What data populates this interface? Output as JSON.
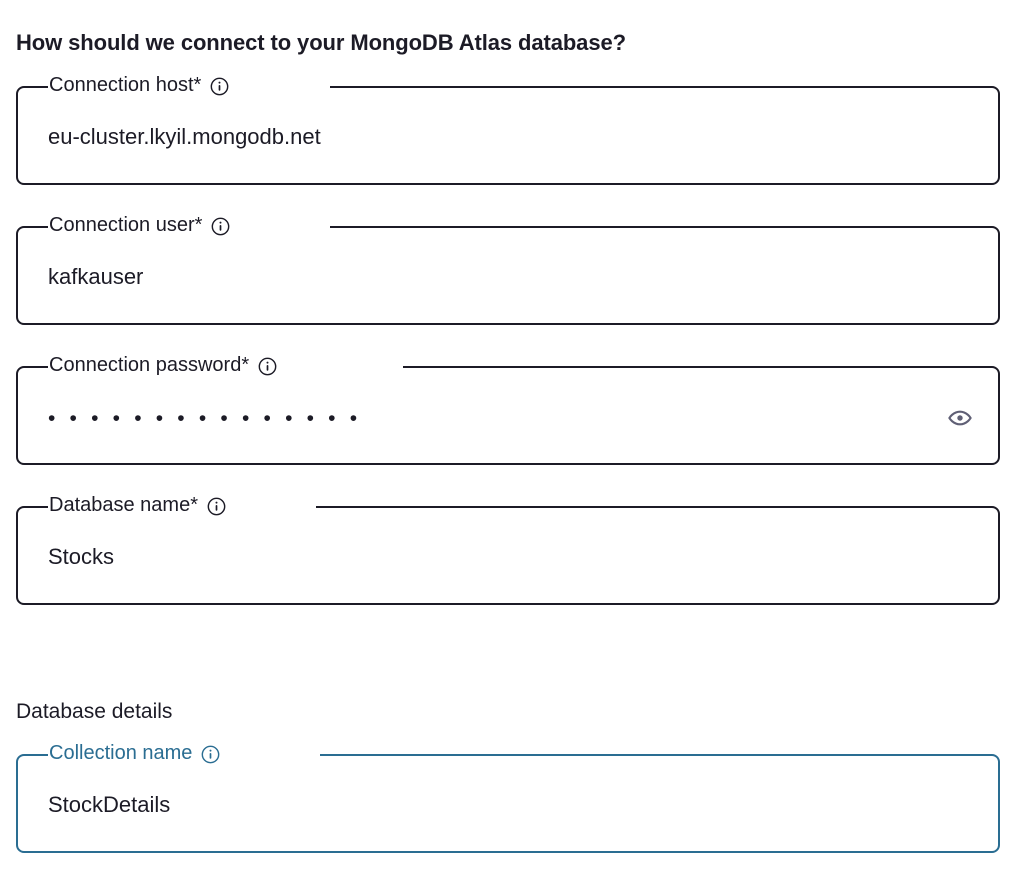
{
  "heading": {
    "main": "How should we connect to your MongoDB Atlas database?",
    "section": "Database details"
  },
  "colors": {
    "text": "#1c1b26",
    "focus_accent": "#2a6d92",
    "outline_default": "#1c1b26",
    "eye_icon": "#5f5f75",
    "background": "#ffffff"
  },
  "fields": [
    {
      "id": "connection-host",
      "label": "Connection host*",
      "value": "eu-cluster.lkyil.mongodb.net",
      "info_icon": "info-circle-icon",
      "focused": false,
      "type": "text"
    },
    {
      "id": "connection-user",
      "label": "Connection user*",
      "value": "kafkauser",
      "info_icon": "info-circle-icon",
      "focused": false,
      "type": "text"
    },
    {
      "id": "connection-password",
      "label": "Connection password*",
      "value": "•••••••••••••••",
      "info_icon": "info-circle-icon",
      "focused": false,
      "type": "password",
      "reveal_icon": "eye-icon",
      "masked_char_count": 15
    },
    {
      "id": "database-name",
      "label": "Database name*",
      "value": "Stocks",
      "info_icon": "info-circle-icon",
      "focused": false,
      "type": "text"
    },
    {
      "id": "collection-name",
      "label": "Collection name",
      "value": "StockDetails",
      "info_icon": "info-circle-icon",
      "focused": true,
      "type": "text"
    }
  ]
}
